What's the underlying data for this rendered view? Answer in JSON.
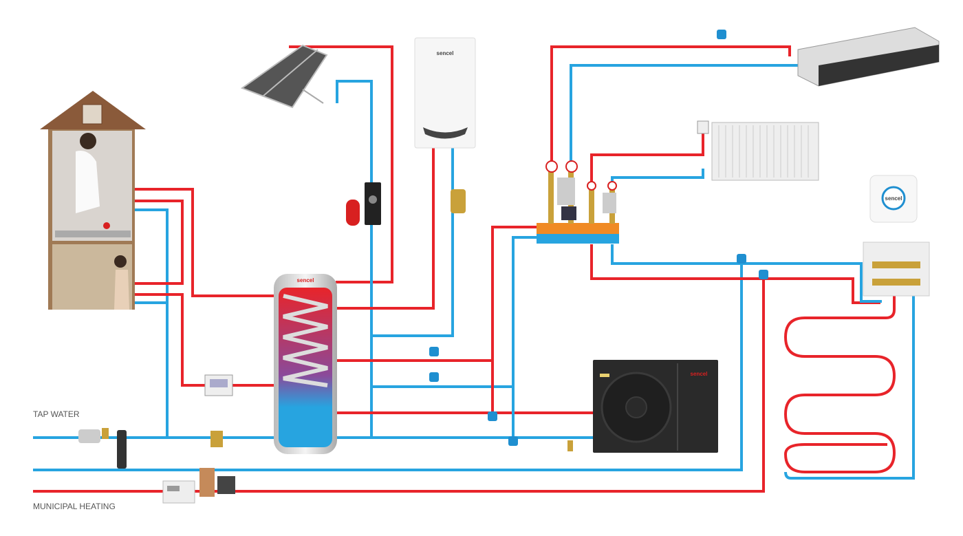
{
  "labels": {
    "tap_water": "TAP WATER",
    "municipal_heating": "MUNICIPAL HEATING"
  },
  "brand": {
    "logo_text": "sencel"
  },
  "colors": {
    "hot_pipe": "#e8242a",
    "cold_pipe": "#27a4e0",
    "manifold_hot": "#f08a24",
    "heat_pump_body": "#2a2a2a"
  }
}
